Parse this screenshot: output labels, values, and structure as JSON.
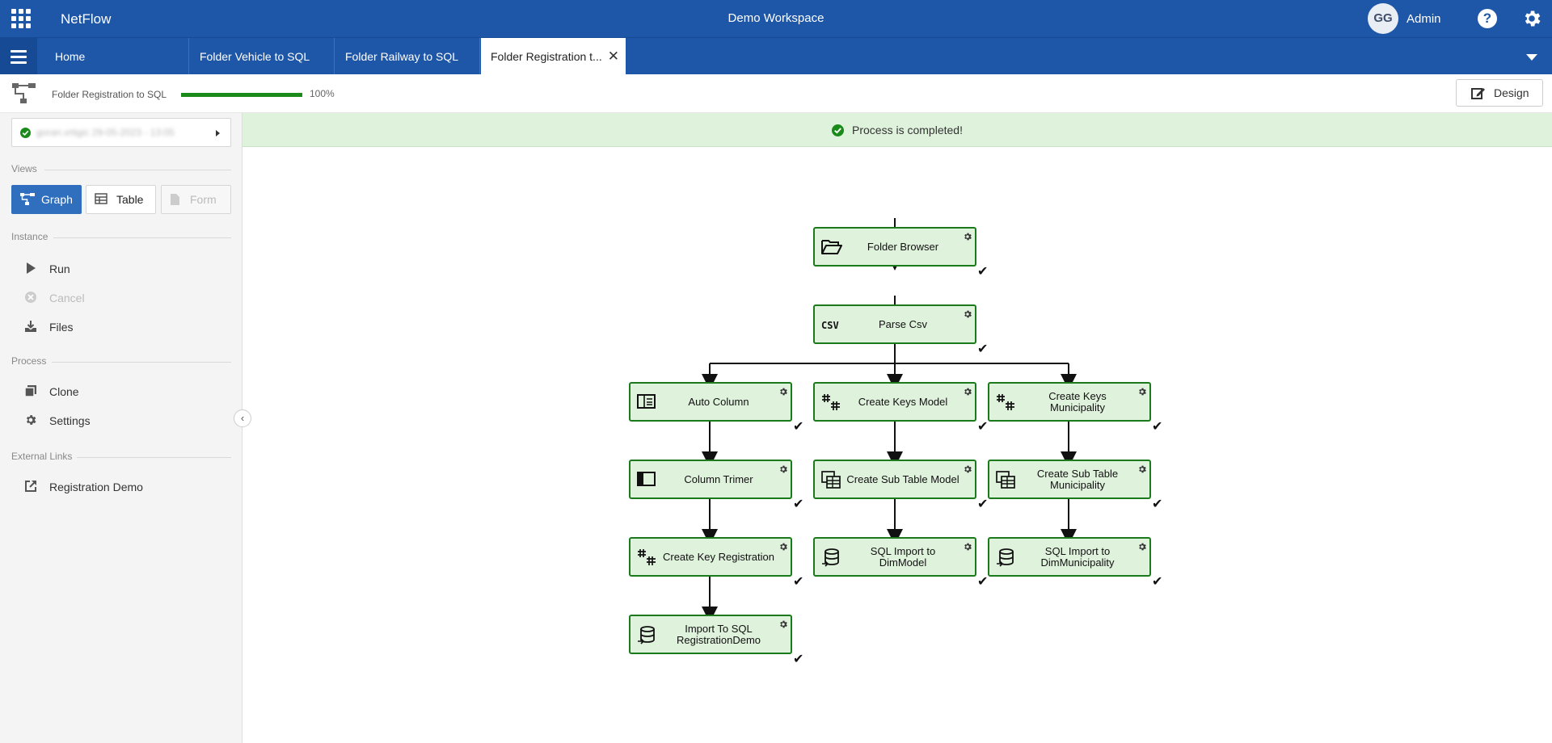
{
  "topbar": {
    "app_name": "NetFlow",
    "workspace": "Demo Workspace",
    "avatar_initials": "GG",
    "user": "Admin",
    "help_glyph": "?"
  },
  "tabs": [
    {
      "label": "Home"
    },
    {
      "label": "Folder Vehicle to SQL"
    },
    {
      "label": "Folder Railway to SQL"
    },
    {
      "label": "Folder Registration t...",
      "active": true
    }
  ],
  "process": {
    "name": "Folder Registration to SQL",
    "progress_percent": 100,
    "progress_text": "100%",
    "design_label": "Design"
  },
  "sidebar": {
    "run_select": {
      "text": "goran.vrtigic 29-05-2023 - 13:05",
      "status_color": "#1a8a1a"
    },
    "views_title": "Views",
    "views": [
      {
        "label": "Graph",
        "icon": "graph-icon",
        "active": true
      },
      {
        "label": "Table",
        "icon": "table-icon"
      },
      {
        "label": "Form",
        "icon": "form-icon",
        "disabled": true
      }
    ],
    "instance_title": "Instance",
    "instance_actions": [
      {
        "label": "Run",
        "icon": "play-icon"
      },
      {
        "label": "Cancel",
        "icon": "cancel-icon",
        "disabled": true
      },
      {
        "label": "Files",
        "icon": "download-icon"
      }
    ],
    "process_title": "Process",
    "process_actions": [
      {
        "label": "Clone",
        "icon": "clone-icon"
      },
      {
        "label": "Settings",
        "icon": "gear-icon"
      }
    ],
    "links_title": "External Links",
    "links": [
      {
        "label": "Registration Demo",
        "icon": "external-link-icon"
      }
    ],
    "collapse_glyph": "‹"
  },
  "banner": {
    "text": "Process is completed!"
  },
  "graph": {
    "check_glyph": "✔",
    "nodes": [
      {
        "id": "folder-browser",
        "label": "Folder Browser",
        "icon": "folder-open-icon"
      },
      {
        "id": "parse-csv",
        "label": "Parse Csv",
        "icon": "csv-icon"
      },
      {
        "id": "auto-column",
        "label": "Auto Column",
        "icon": "columns-icon"
      },
      {
        "id": "create-keys-model",
        "label": "Create Keys Model",
        "icon": "hash-icon"
      },
      {
        "id": "create-keys-municipality",
        "label": "Create Keys Municipality",
        "icon": "hash-icon"
      },
      {
        "id": "column-trimer",
        "label": "Column Trimer",
        "icon": "trim-column-icon"
      },
      {
        "id": "create-sub-table-model",
        "label": "Create Sub Table Model",
        "icon": "sub-table-icon"
      },
      {
        "id": "create-sub-table-municipality",
        "label": "Create Sub Table Municipality",
        "icon": "sub-table-icon"
      },
      {
        "id": "create-key-registration",
        "label": "Create Key Registration",
        "icon": "hash-icon"
      },
      {
        "id": "sql-import-dimmodel",
        "label": "SQL Import to DimModel",
        "icon": "database-import-icon"
      },
      {
        "id": "sql-import-dimmunicipality",
        "label": "SQL Import to DimMunicipality",
        "icon": "database-import-icon"
      },
      {
        "id": "import-sql-registrationdemo",
        "label": "Import To SQL RegistrationDemo",
        "icon": "database-import-icon"
      }
    ]
  },
  "colors": {
    "topbar": "#1e56a8",
    "node_fill": "#dff2dc",
    "node_border": "#1b7a1b",
    "banner": "#dff2dc",
    "active_view": "#2f6fbd"
  }
}
